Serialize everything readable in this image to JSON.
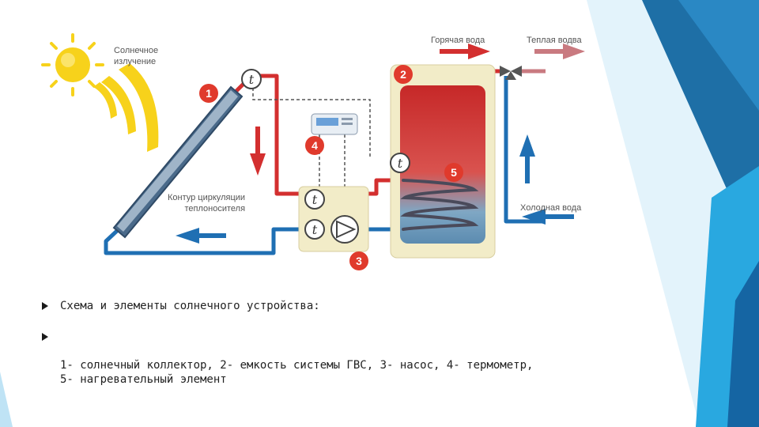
{
  "diagram": {
    "labels": {
      "solar": "Солнечное\nизлучение",
      "hot_water": "Горячая вода",
      "warm_water": "Теплая водва",
      "cold_water": "Холодная вода",
      "circuit": "Контур циркуляции\nтеплоносителя"
    },
    "markers": [
      "1",
      "2",
      "3",
      "4",
      "5"
    ],
    "sensor_symbol": "t",
    "colors": {
      "hot": "#d32f2f",
      "cold": "#1f6fb3",
      "marker": "#e03a2c",
      "sun": "#f7d21b",
      "tank_bg": "#f2ecc8"
    }
  },
  "bullets": [
    "Схема и элементы солнечного устройства:",
    "1- солнечный коллектор, 2- емкость системы ГВС, 3- насос, 4- термометр,\n5- нагревательный элемент"
  ]
}
